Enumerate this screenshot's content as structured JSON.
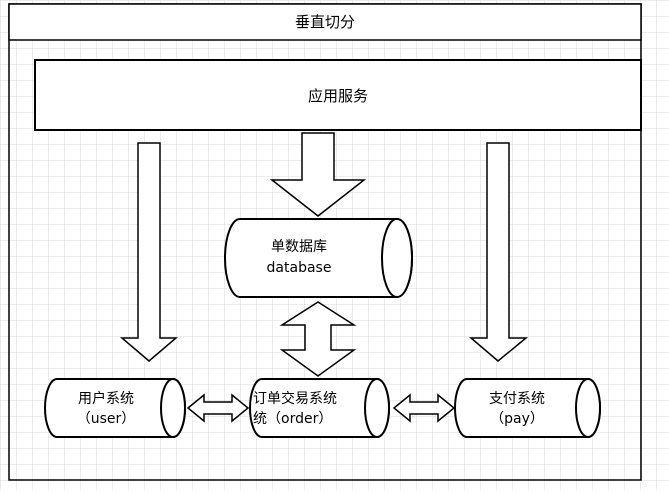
{
  "header": {
    "title": "垂直切分"
  },
  "app_service": {
    "label": "应用服务"
  },
  "database": {
    "label_cn": "单数据库",
    "label_en": "database"
  },
  "services": [
    {
      "line1": "用户系统",
      "line2": "（user）"
    },
    {
      "line1": "订单交易系统",
      "line2": "统（order）"
    },
    {
      "line1": "支付系统",
      "line2": "（pay）"
    }
  ]
}
